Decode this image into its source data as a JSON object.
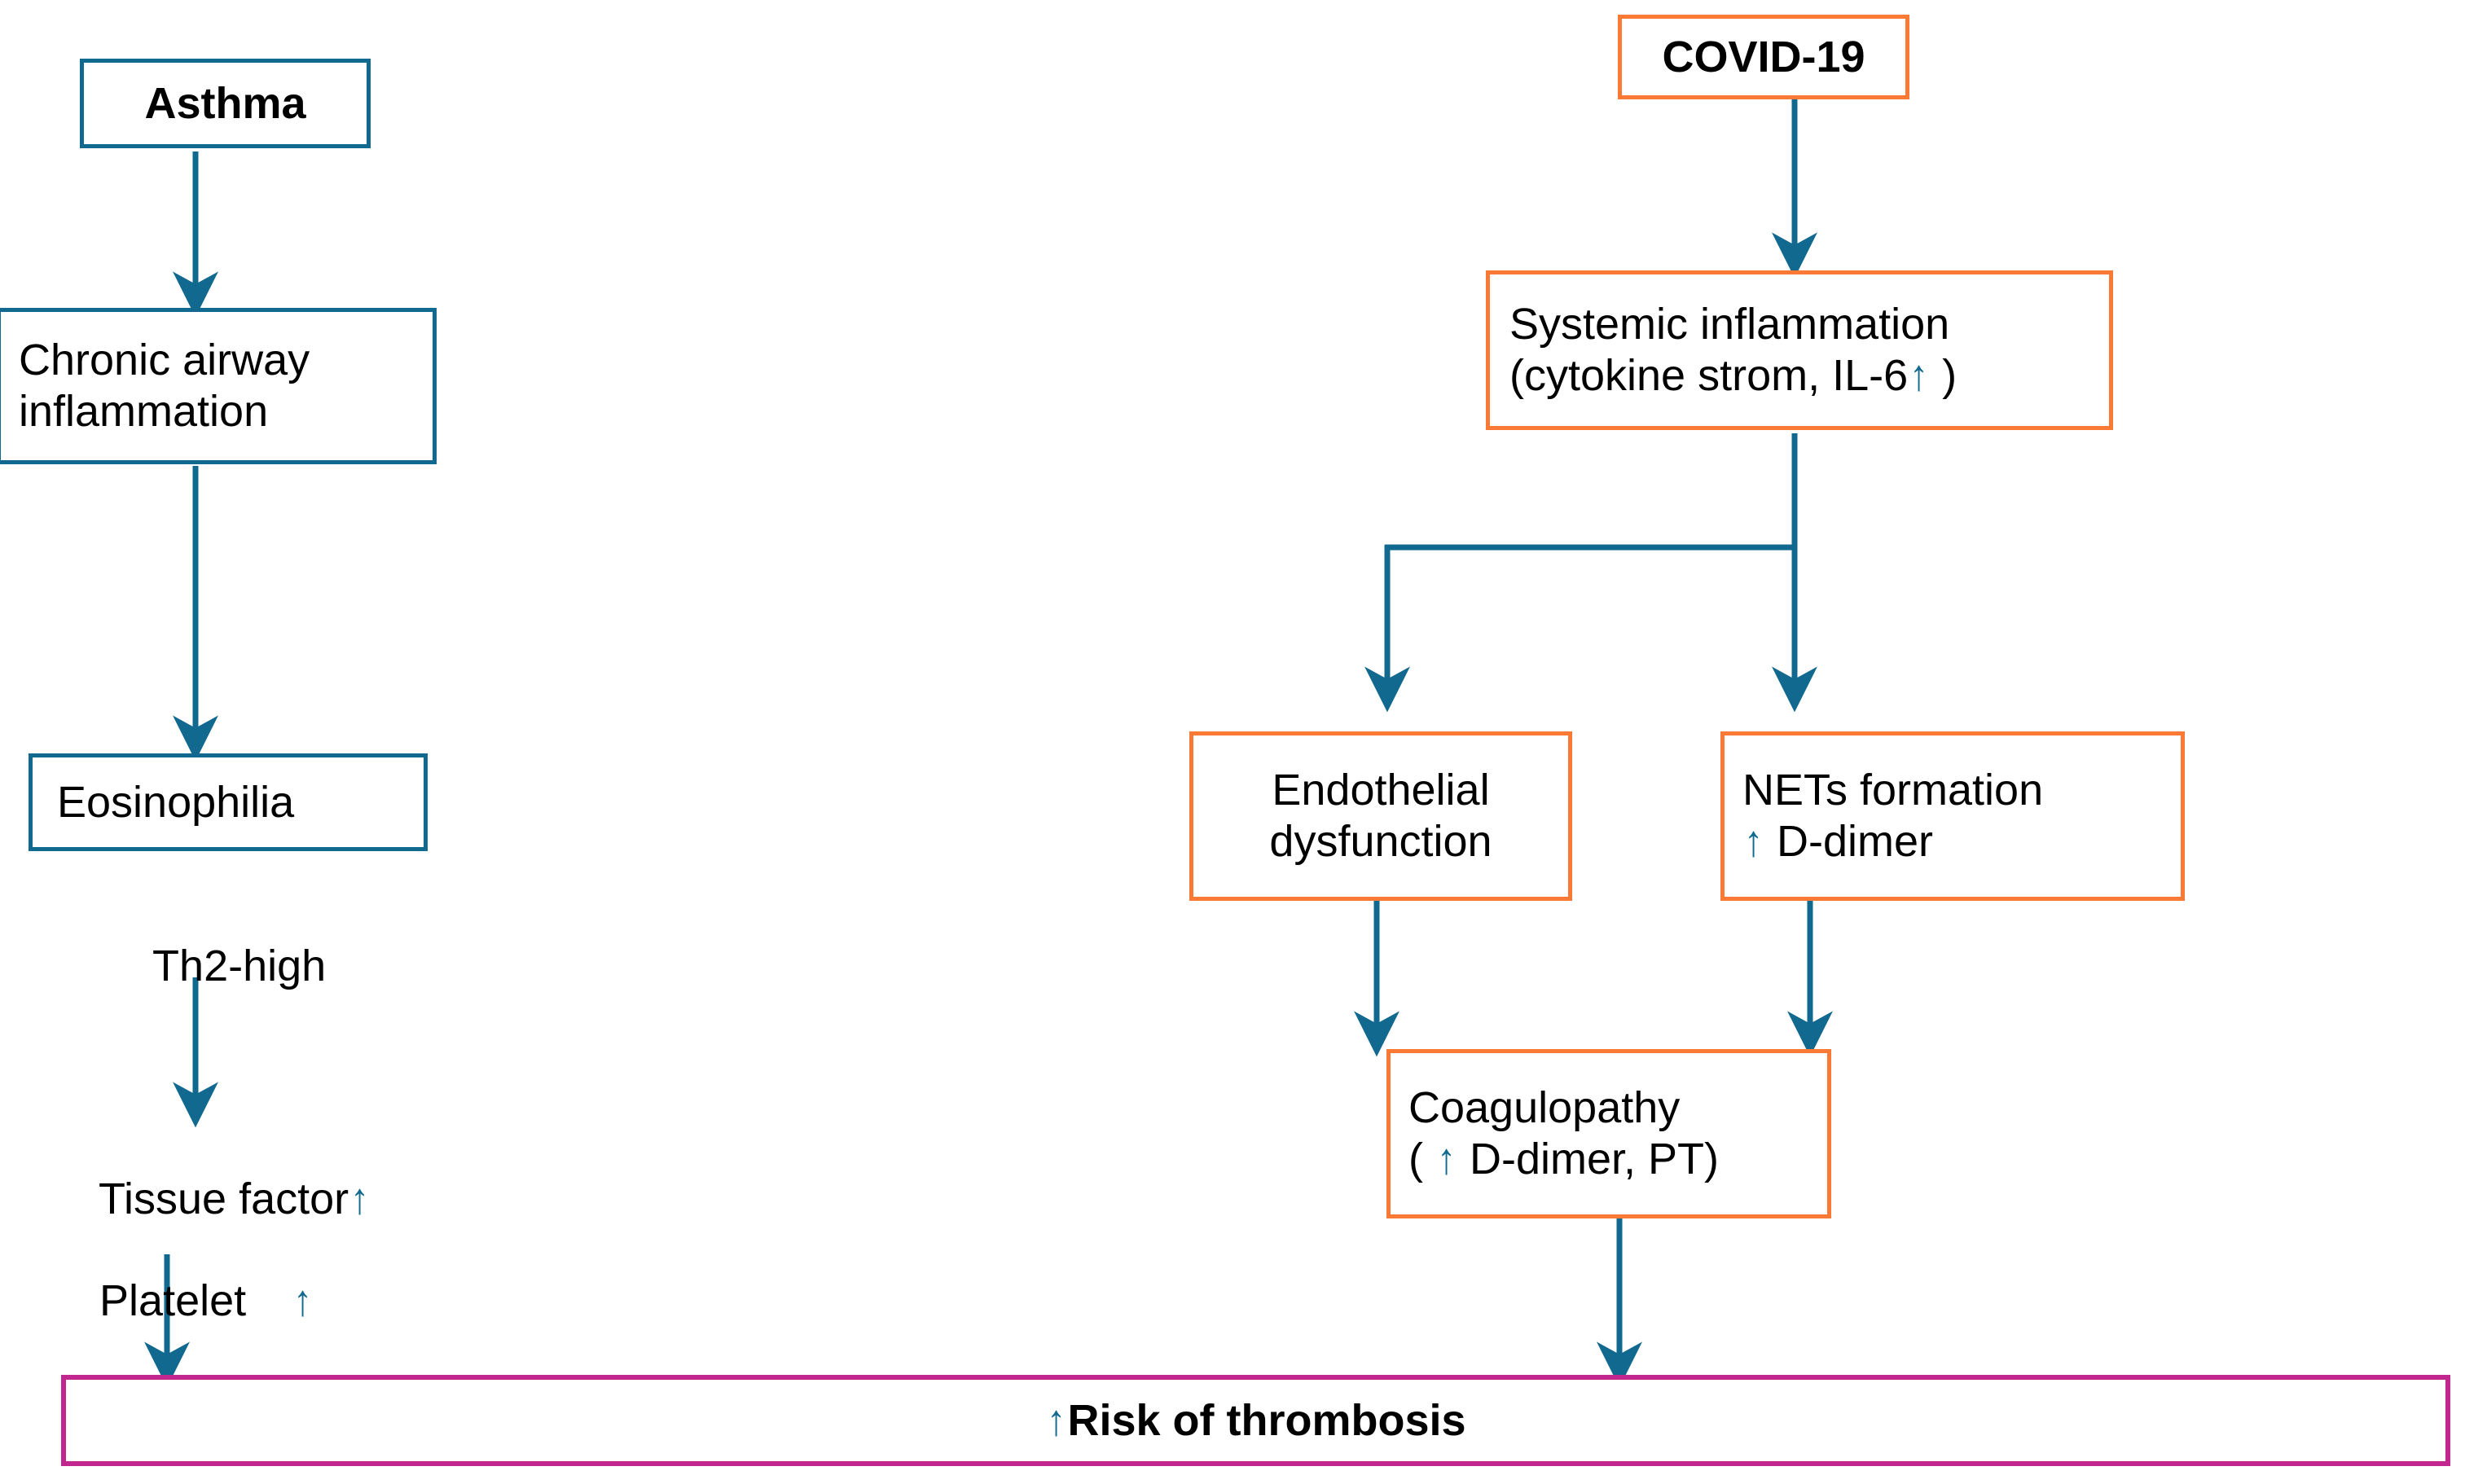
{
  "diagram": {
    "title": "Asthma and COVID-19 pathways to thrombosis",
    "colors": {
      "teal": "#12698f",
      "orange": "#fa7a35",
      "purple": "#c2268f",
      "text": "#000000",
      "background": "#ffffff"
    },
    "arrow_glyph": "↑",
    "left_branch": {
      "nodes": [
        {
          "id": "asthma",
          "label": "Asthma",
          "border": "teal",
          "bold": true,
          "boxed": true
        },
        {
          "id": "chronic-airway-inflammation",
          "line1": "Chronic airway",
          "line2": "inflammation",
          "border": "teal",
          "bold": false,
          "boxed": true
        },
        {
          "id": "eosinophilia",
          "label": "Eosinophilia",
          "border": "teal",
          "bold": false,
          "boxed": true
        },
        {
          "id": "th2-high",
          "label": "Th2-high",
          "boxed": false
        },
        {
          "id": "tissue-factor-platelet",
          "line1": "Tissue factor",
          "line2": "Platelet",
          "boxed": false
        }
      ]
    },
    "right_branch": {
      "nodes": [
        {
          "id": "covid-19",
          "label": "COVID-19",
          "border": "orange",
          "bold": true,
          "boxed": true
        },
        {
          "id": "systemic-inflammation",
          "line1": "Systemic inflammation",
          "line2_prefix": "(cytokine strom, IL-6",
          "line2_suffix": " )",
          "border": "orange",
          "boxed": true
        },
        {
          "id": "endothelial-dysfunction",
          "line1": "Endothelial",
          "line2": "dysfunction",
          "border": "orange",
          "boxed": true
        },
        {
          "id": "nets-formation",
          "line1": "NETs formation",
          "line2_suffix": " D-dimer",
          "border": "orange",
          "boxed": true
        },
        {
          "id": "coagulopathy",
          "line1": "Coagulopathy",
          "line2_prefix": "( ",
          "line2_suffix": " D-dimer, PT)",
          "border": "orange",
          "boxed": true
        }
      ]
    },
    "outcome": {
      "id": "risk-of-thrombosis",
      "label": "Risk of thrombosis",
      "border": "purple",
      "bold": true
    }
  }
}
